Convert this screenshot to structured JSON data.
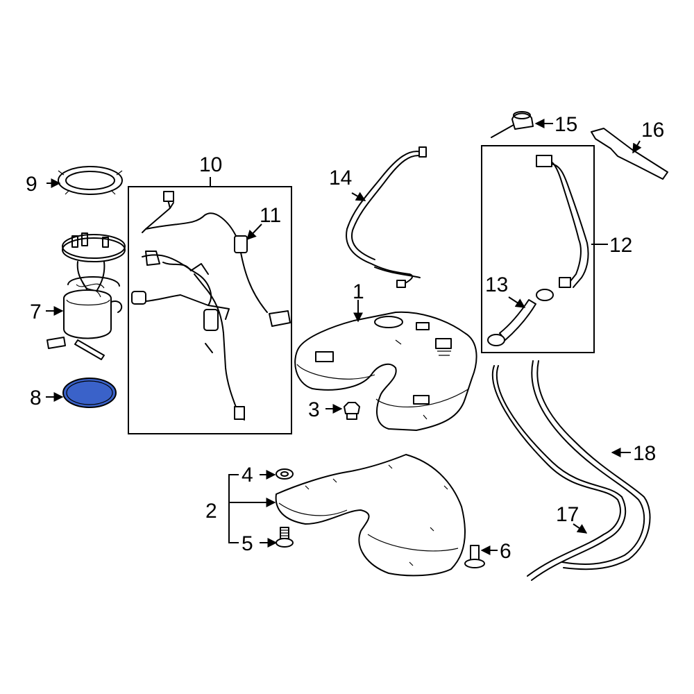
{
  "diagram": {
    "highlight_color": "#3a62c9",
    "highlighted_part": "8",
    "callouts": {
      "c1": "1",
      "c2": "2",
      "c3": "3",
      "c4": "4",
      "c5": "5",
      "c6": "6",
      "c7": "7",
      "c8": "8",
      "c9": "9",
      "c10": "10",
      "c11": "11",
      "c12": "12",
      "c13": "13",
      "c14": "14",
      "c15": "15",
      "c16": "16",
      "c17": "17",
      "c18": "18"
    }
  }
}
